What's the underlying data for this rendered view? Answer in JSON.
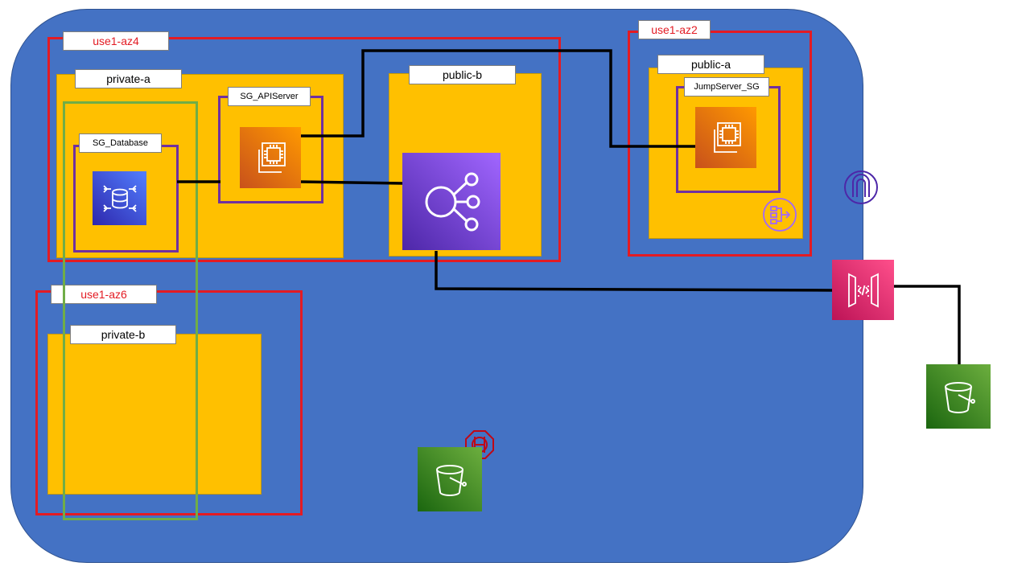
{
  "zones": {
    "az4": "use1-az4",
    "az2": "use1-az2",
    "az6": "use1-az6"
  },
  "subnets": {
    "private_a": "private-a",
    "public_b": "public-b",
    "public_a": "public-a",
    "private_b": "private-b"
  },
  "security_groups": {
    "database": "SG_Database",
    "api_server": "SG_APIServer",
    "jump_server": "JumpServer_SG"
  },
  "colors": {
    "vpc": "#4472c4",
    "az_border": "#e31b23",
    "subnet": "#ffc000",
    "sg_border": "#7030a0",
    "subnet_group_border": "#70ad47",
    "ec2": "#ed7100",
    "rds": "#3b48cc",
    "elb": "#8c4fff",
    "api_gateway": "#e7157b",
    "s3": "#3f8624",
    "wire": "#000000"
  },
  "icons": {
    "rds": "rds-database-icon",
    "ec2_api": "ec2-instance-icon",
    "ec2_jump": "ec2-instance-icon",
    "elb": "load-balancer-icon",
    "nat": "nat-gateway-icon",
    "igw": "internet-gateway-icon",
    "endpoint": "vpc-endpoint-icon",
    "api_gateway": "api-gateway-icon",
    "s3_inner": "s3-bucket-icon",
    "s3_outer": "s3-bucket-icon"
  }
}
